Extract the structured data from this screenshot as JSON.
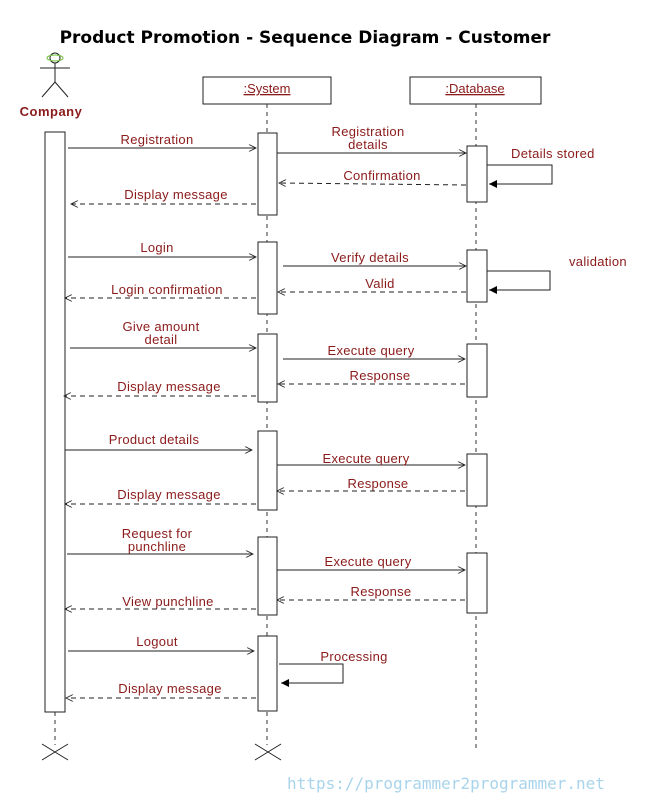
{
  "title": "Product Promotion - Sequence Diagram - Customer",
  "actor": {
    "label": "Company"
  },
  "objects": {
    "system": ":System",
    "database": ":Database"
  },
  "messages": {
    "m1": "Registration",
    "m2a": "Registration",
    "m2b": "details",
    "m3": "Details stored",
    "m4": "Confirmation",
    "m5": "Display message",
    "m6": "Login",
    "m7": "Verify details",
    "m8": "validation",
    "m9": "Valid",
    "m10": "Login confirmation",
    "m11a": "Give amount",
    "m11b": "detail",
    "m12": "Execute query",
    "m13": "Response",
    "m14": "Display message",
    "m15": "Product details",
    "m16": "Execute query",
    "m17": "Response",
    "m18": "Display message",
    "m19a": "Request for",
    "m19b": "punchline",
    "m20": "Execute query",
    "m21": "Response",
    "m22": "View punchline",
    "m23": "Logout",
    "m24": "Processing",
    "m25": "Display message"
  },
  "watermark": "https://programmer2programmer.net"
}
